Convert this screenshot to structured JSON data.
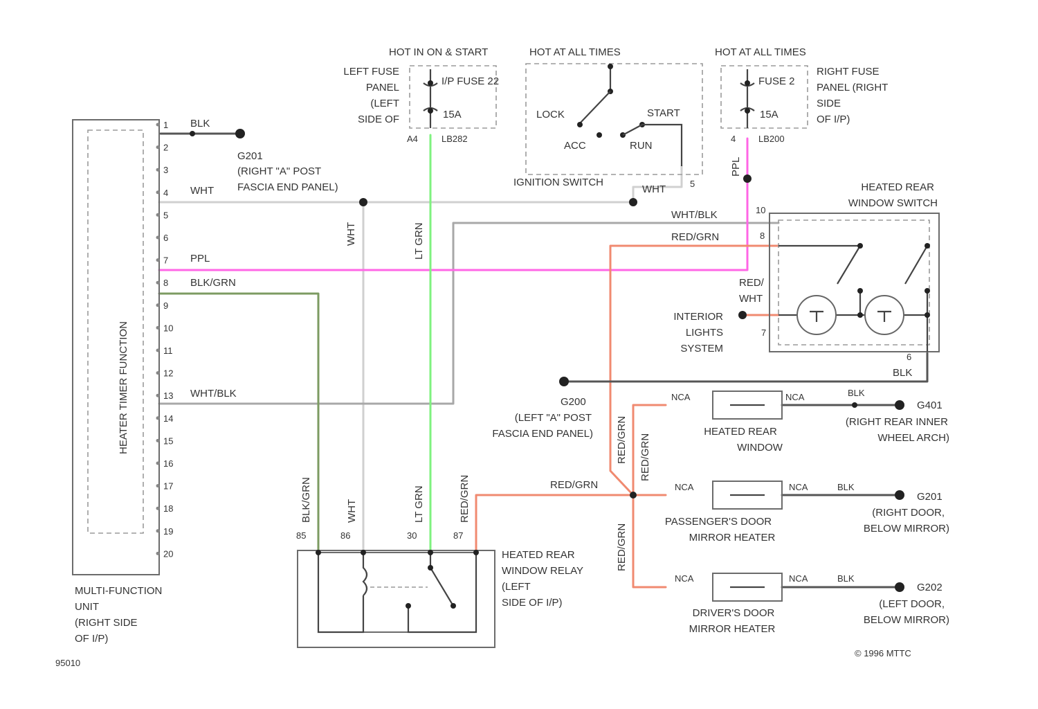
{
  "colors": {
    "background": "#ffffff",
    "box_stroke": "#6b6b6b",
    "wire_ppl": "#ff66e6",
    "wire_lt_grn": "#7ff27f",
    "wire_blk_grn": "#7c9b62",
    "wire_red_grn": "#f08a70",
    "wire_wht": "#d0d0d0",
    "wire_wht_blk": "#a8a8a8",
    "wire_blk": "#555555"
  },
  "top": {
    "hot_run_start": "HOT IN ON & START",
    "hot_all_times_1": "HOT AT ALL TIMES",
    "hot_all_times_2": "HOT AT ALL TIMES"
  },
  "left_fuse": {
    "desc": [
      "LEFT FUSE",
      "PANEL",
      "(LEFT",
      "SIDE OF"
    ],
    "fuse_name": "I/P FUSE 22",
    "amps": "15A",
    "pin": "A4",
    "conn": "LB282"
  },
  "ignition": {
    "lock": "LOCK",
    "start": "START",
    "acc": "ACC",
    "run": "RUN",
    "label": "IGNITION SWITCH",
    "pin": "5"
  },
  "right_fuse": {
    "fuse_name": "FUSE 2",
    "amps": "15A",
    "pin": "4",
    "conn": "LB200",
    "desc": [
      "RIGHT FUSE",
      "PANEL (RIGHT",
      "SIDE",
      "OF I/P)"
    ]
  },
  "mfu": {
    "pins": [
      "1",
      "2",
      "3",
      "4",
      "5",
      "6",
      "7",
      "8",
      "9",
      "10",
      "11",
      "12",
      "13",
      "14",
      "15",
      "16",
      "17",
      "18",
      "19",
      "20"
    ],
    "inner_label": "HEATER TIMER FUNCTION",
    "label": [
      "MULTI-FUNCTION",
      "UNIT",
      "(RIGHT SIDE",
      "OF I/P)"
    ]
  },
  "wires": {
    "blk": "BLK",
    "wht": "WHT",
    "wht_switch": "WHT",
    "wht_vertical": "WHT",
    "ppl": "PPL",
    "ppl_vertical": "PPL",
    "blk_grn": "BLK/GRN",
    "wht_blk": "WHT/BLK",
    "wht_blk_switch": "WHT/BLK",
    "red_grn_switch": "RED/GRN",
    "lt_grn": "LT GRN",
    "red_wht": [
      "RED/",
      "WHT"
    ],
    "blk_bottom": "BLK",
    "blk_grn_relay": "BLK/GRN",
    "wht_relay": "WHT",
    "lt_grn_relay": "LT GRN",
    "red_grn_relay": "RED/GRN",
    "red_grn_center": "RED/GRN",
    "red_grn_v1": "RED/GRN",
    "red_grn_v2": "RED/GRN",
    "red_grn_v3": "RED/GRN",
    "nca_1": "NCA",
    "nca_2": "NCA",
    "nca_3": "NCA",
    "nca_4": "NCA",
    "nca_5": "NCA",
    "nca_6": "NCA",
    "blk_g401": "BLK",
    "blk_g201": "BLK",
    "blk_g202": "BLK"
  },
  "g201_top": {
    "id": "G201",
    "desc": [
      "(RIGHT \"A\" POST",
      "FASCIA END PANEL)"
    ]
  },
  "rear_switch": {
    "title": [
      "HEATED REAR",
      "WINDOW SWITCH"
    ],
    "pin_top": "10",
    "pin_2": "8",
    "pin_light": "7",
    "pin_bottom": "6"
  },
  "interior_lights": [
    "INTERIOR",
    "LIGHTS",
    "SYSTEM"
  ],
  "g200": {
    "id": "G200",
    "desc": [
      "(LEFT \"A\" POST",
      "FASCIA END PANEL)"
    ]
  },
  "heated_window": [
    "HEATED REAR",
    "WINDOW"
  ],
  "g401": {
    "id": "G401",
    "desc": [
      "(RIGHT REAR INNER",
      "WHEEL ARCH)"
    ]
  },
  "pass_mirror": [
    "PASSENGER'S DOOR",
    "MIRROR HEATER"
  ],
  "g201_door": {
    "id": "G201",
    "desc": [
      "(RIGHT DOOR,",
      "BELOW MIRROR)"
    ]
  },
  "drv_mirror": [
    "DRIVER'S DOOR",
    "MIRROR HEATER"
  ],
  "g202": {
    "id": "G202",
    "desc": [
      "(LEFT DOOR,",
      "BELOW MIRROR)"
    ]
  },
  "relay": {
    "pins": [
      "85",
      "86",
      "30",
      "87"
    ],
    "label": [
      "HEATED REAR",
      "WINDOW RELAY",
      "(LEFT",
      "SIDE OF I/P)"
    ]
  },
  "copyright": "© 1996 MTTC",
  "figure_id": "95010"
}
